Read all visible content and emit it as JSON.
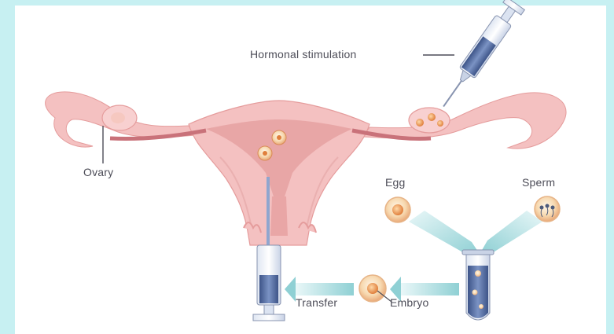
{
  "labels": {
    "hormonal": "Hormonal stimulation",
    "ovary": "Ovary",
    "egg": "Egg",
    "sperm": "Sperm",
    "transfer": "Transfer",
    "embryo": "Embryo"
  },
  "colors": {
    "background": "#c7f0f2",
    "tissue": "#f2b3b3",
    "uterus_lining": "#e39a9a",
    "syringe_fill": "#4f6a9e",
    "egg_core": "#f0a86a",
    "arrow": "#9ed6d8"
  }
}
